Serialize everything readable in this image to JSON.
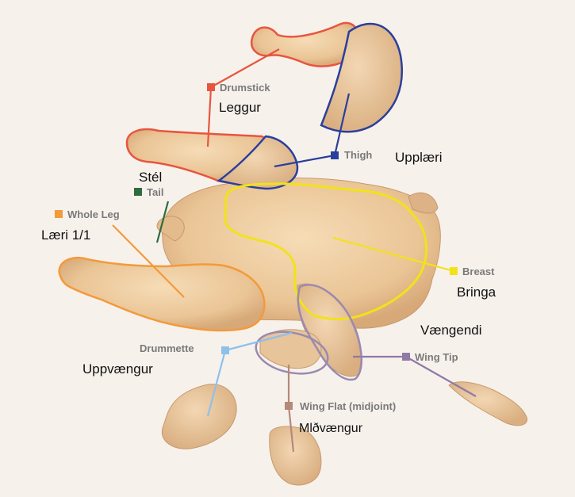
{
  "labels": {
    "drumstick": {
      "en": "Drumstick",
      "is": "Leggur",
      "color": "#e8553e"
    },
    "thigh": {
      "en": "Thigh",
      "is": "Upplæri",
      "color": "#2a3f9c"
    },
    "tail": {
      "en": "Tail",
      "is": "Stél",
      "color": "#2e6b3f"
    },
    "whole_leg": {
      "en": "Whole Leg",
      "is": "Læri 1/1",
      "color": "#f39a3a"
    },
    "breast": {
      "en": "Breast",
      "is": "Bringa",
      "color": "#f2e21a"
    },
    "drummette": {
      "en": "Drummette",
      "is": "Uppvængur",
      "color": "#8dc1ea"
    },
    "wing": {
      "is": "Vængendi"
    },
    "wing_tip": {
      "en": "Wing Tip",
      "color": "#8f7aa6"
    },
    "wing_flat": {
      "en": "Wing Flat (midjoint)",
      "is": "Mlðvængur",
      "color": "#b5897a"
    }
  }
}
